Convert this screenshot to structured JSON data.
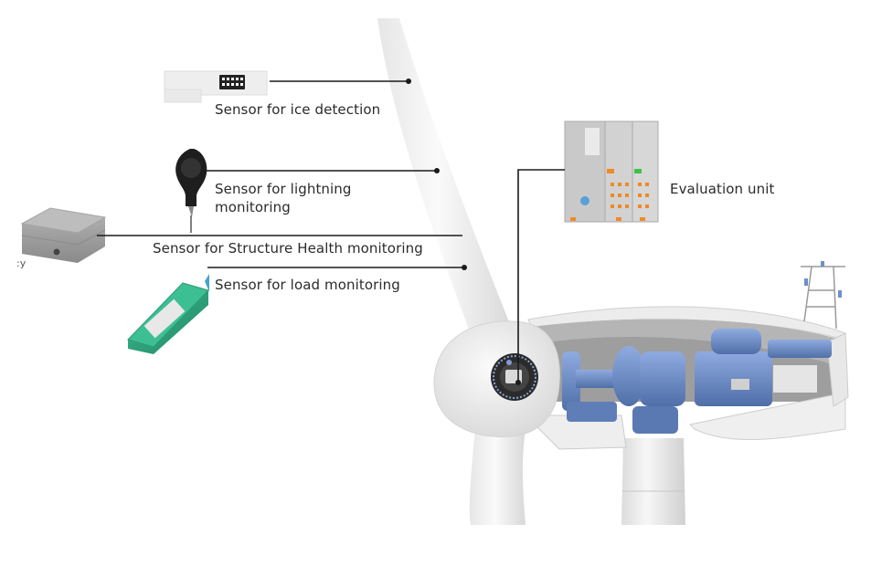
{
  "diagram": {
    "title": "Wind turbine sensor monitoring overview",
    "colors": {
      "background": "#ffffff",
      "text": "#2b2b2b",
      "leader_line": "#1a1a1a",
      "turbine_white": "#f2f2f2",
      "drivetrain_blue": "#6f8fc9",
      "load_sensor_green": "#2fa37e",
      "housing_grey": "#9a9a9a"
    },
    "components": [
      {
        "id": "ice",
        "label": "Sensor for ice detection",
        "icon": "ice-detection-sensor"
      },
      {
        "id": "lightning",
        "label": "Sensor for lightning monitoring",
        "icon": "lightning-sensor"
      },
      {
        "id": "structure",
        "label": "Sensor for Structure Health monitoring",
        "icon": "structure-health-sensor-box"
      },
      {
        "id": "load",
        "label": "Sensor for load monitoring",
        "icon": "load-monitoring-sensor"
      },
      {
        "id": "evaluation",
        "label": "Evaluation unit",
        "icon": "evaluation-unit-plc"
      }
    ],
    "turbine": {
      "parts": [
        "rotor-blade",
        "hub",
        "nacelle",
        "drivetrain",
        "generator",
        "gearbox",
        "tower",
        "weather-mast"
      ]
    }
  }
}
